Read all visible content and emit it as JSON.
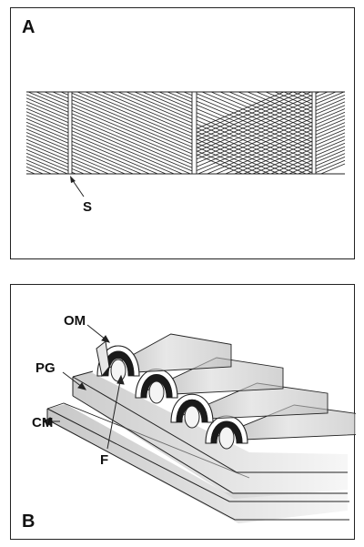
{
  "panel_a": {
    "letter": "A",
    "labels": {
      "s": "S"
    }
  },
  "panel_b": {
    "letter": "B",
    "labels": {
      "om": "OM",
      "pg": "PG",
      "cm": "CM",
      "f": "F"
    }
  },
  "colors": {
    "ink": "#222222",
    "dark_fill": "#1a1a1a",
    "shade": "#cfcfcf",
    "paper": "#ffffff"
  }
}
